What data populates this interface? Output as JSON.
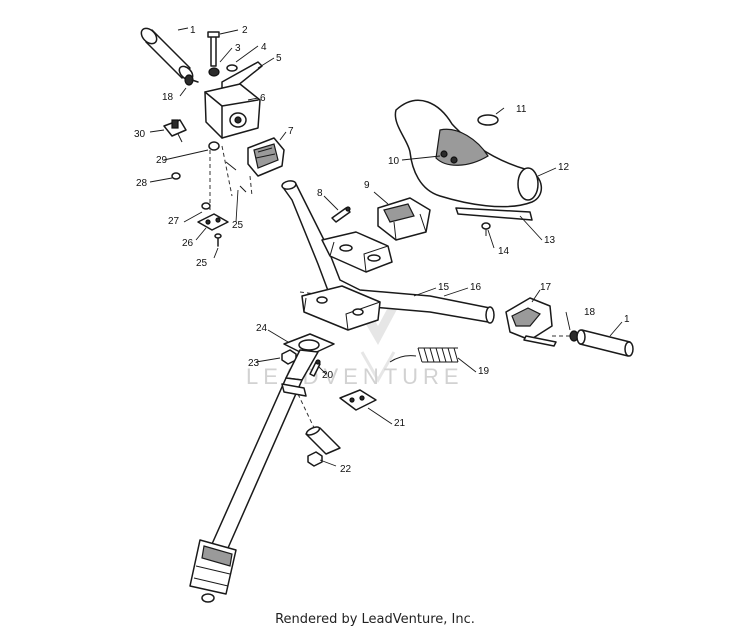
{
  "watermark": "LEADVENTURE",
  "footer": "Rendered by LeadVenture, Inc.",
  "callouts": [
    {
      "id": "c1a",
      "label": "1"
    },
    {
      "id": "c2",
      "label": "2"
    },
    {
      "id": "c3",
      "label": "3"
    },
    {
      "id": "c4",
      "label": "4"
    },
    {
      "id": "c5",
      "label": "5"
    },
    {
      "id": "c6",
      "label": "6"
    },
    {
      "id": "c7",
      "label": "7"
    },
    {
      "id": "c8",
      "label": "8"
    },
    {
      "id": "c9",
      "label": "9"
    },
    {
      "id": "c10",
      "label": "10"
    },
    {
      "id": "c11",
      "label": "11"
    },
    {
      "id": "c12",
      "label": "12"
    },
    {
      "id": "c13",
      "label": "13"
    },
    {
      "id": "c14",
      "label": "14"
    },
    {
      "id": "c15",
      "label": "15"
    },
    {
      "id": "c16",
      "label": "16"
    },
    {
      "id": "c17",
      "label": "17"
    },
    {
      "id": "c18a",
      "label": "18"
    },
    {
      "id": "c18b",
      "label": "18"
    },
    {
      "id": "c19",
      "label": "19"
    },
    {
      "id": "c20",
      "label": "20"
    },
    {
      "id": "c21",
      "label": "21"
    },
    {
      "id": "c22",
      "label": "22"
    },
    {
      "id": "c23",
      "label": "23"
    },
    {
      "id": "c24",
      "label": "24"
    },
    {
      "id": "c25a",
      "label": "25"
    },
    {
      "id": "c25b",
      "label": "25"
    },
    {
      "id": "c26",
      "label": "26"
    },
    {
      "id": "c27",
      "label": "27"
    },
    {
      "id": "c28",
      "label": "28"
    },
    {
      "id": "c29",
      "label": "29"
    },
    {
      "id": "c30",
      "label": "30"
    },
    {
      "id": "c1b",
      "label": "1"
    }
  ]
}
